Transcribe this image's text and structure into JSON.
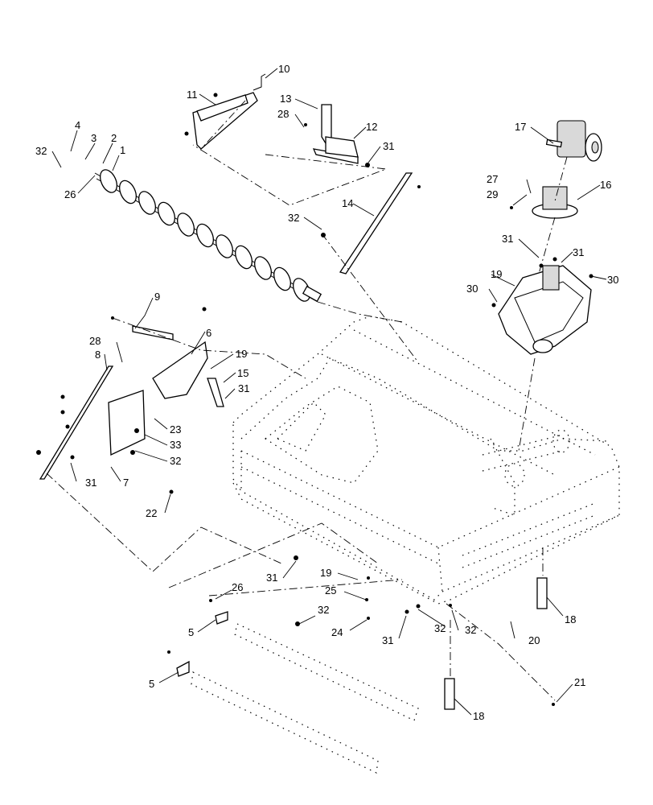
{
  "callouts": [
    {
      "id": "c1",
      "text": "1"
    },
    {
      "id": "c2",
      "text": "2"
    },
    {
      "id": "c3",
      "text": "3"
    },
    {
      "id": "c4",
      "text": "4"
    },
    {
      "id": "c5a",
      "text": "5"
    },
    {
      "id": "c5b",
      "text": "5"
    },
    {
      "id": "c6",
      "text": "6"
    },
    {
      "id": "c7",
      "text": "7"
    },
    {
      "id": "c8",
      "text": "8"
    },
    {
      "id": "c9",
      "text": "9"
    },
    {
      "id": "c10",
      "text": "10"
    },
    {
      "id": "c11",
      "text": "11"
    },
    {
      "id": "c12",
      "text": "12"
    },
    {
      "id": "c13",
      "text": "13"
    },
    {
      "id": "c14",
      "text": "14"
    },
    {
      "id": "c15",
      "text": "15"
    },
    {
      "id": "c16",
      "text": "16"
    },
    {
      "id": "c17",
      "text": "17"
    },
    {
      "id": "c18a",
      "text": "18"
    },
    {
      "id": "c18b",
      "text": "18"
    },
    {
      "id": "c19a",
      "text": "19"
    },
    {
      "id": "c19b",
      "text": "19"
    },
    {
      "id": "c19c",
      "text": "19"
    },
    {
      "id": "c20",
      "text": "20"
    },
    {
      "id": "c21",
      "text": "21"
    },
    {
      "id": "c22",
      "text": "22"
    },
    {
      "id": "c23",
      "text": "23"
    },
    {
      "id": "c24",
      "text": "24"
    },
    {
      "id": "c25",
      "text": "25"
    },
    {
      "id": "c26a",
      "text": "26"
    },
    {
      "id": "c26b",
      "text": "26"
    },
    {
      "id": "c27",
      "text": "27"
    },
    {
      "id": "c28a",
      "text": "28"
    },
    {
      "id": "c28b",
      "text": "28"
    },
    {
      "id": "c29",
      "text": "29"
    },
    {
      "id": "c30a",
      "text": "30"
    },
    {
      "id": "c30b",
      "text": "30"
    },
    {
      "id": "c31a",
      "text": "31"
    },
    {
      "id": "c31b",
      "text": "31"
    },
    {
      "id": "c31c",
      "text": "31"
    },
    {
      "id": "c31d",
      "text": "31"
    },
    {
      "id": "c31e",
      "text": "31"
    },
    {
      "id": "c31f",
      "text": "31"
    },
    {
      "id": "c31g",
      "text": "31"
    },
    {
      "id": "c32a",
      "text": "32"
    },
    {
      "id": "c32b",
      "text": "32"
    },
    {
      "id": "c32c",
      "text": "32"
    },
    {
      "id": "c32d",
      "text": "32"
    },
    {
      "id": "c32e",
      "text": "32"
    },
    {
      "id": "c32f",
      "text": "32"
    },
    {
      "id": "c33",
      "text": "33"
    }
  ]
}
